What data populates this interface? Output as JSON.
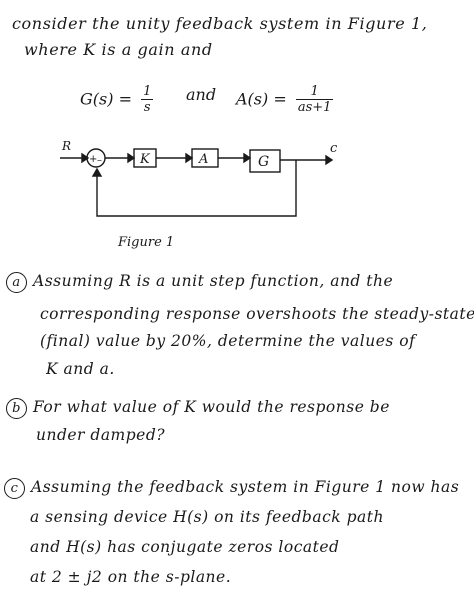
{
  "intro": {
    "line1": "consider the unity feedback system in Figure 1,",
    "line2": "where K is a gain and"
  },
  "equations": {
    "g_lhs": "G(s) =",
    "g_num": "1",
    "g_den": "s",
    "and": "and",
    "a_lhs": "A(s) =",
    "a_num": "1",
    "a_den": "as+1"
  },
  "diagram": {
    "input_label": "R",
    "sum_plus": "+",
    "sum_minus": "–",
    "block_k": "K",
    "block_a": "A",
    "block_g": "G",
    "output_label": "c",
    "caption": "Figure 1"
  },
  "parts": [
    {
      "badge": "a",
      "lines": [
        "Assuming R is a unit step function, and the",
        "corresponding response overshoots the steady-state",
        "(final) value by 20%, determine the values of",
        "K and a."
      ]
    },
    {
      "badge": "b",
      "lines": [
        "For what value of K would the response be",
        "under damped?"
      ]
    },
    {
      "badge": "c",
      "lines": [
        "Assuming the feedback system in Figure 1 now has",
        "a sensing device H(s) on its feedback path",
        "and H(s) has conjugate zeros located",
        "at 2 ± j2 on the s-plane."
      ]
    }
  ]
}
